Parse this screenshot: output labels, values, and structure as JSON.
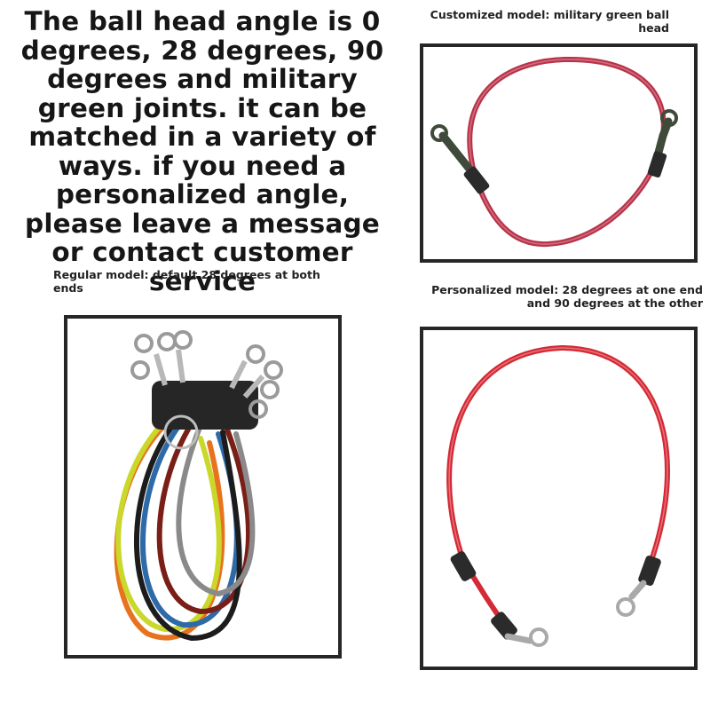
{
  "headline": "The ball head angle is 0 degrees, 28 degrees, 90 degrees and military green joints. it can be matched in a variety of ways. if you need a personalized angle, please leave a message or contact customer service",
  "customized": {
    "caption": "Customized model: military green ball head",
    "hose_color": "#b8344a",
    "fitting_color": "#3f4a3a"
  },
  "regular": {
    "caption": "Regular model: default 28 degrees at both ends",
    "hose_colors": [
      "#e8731f",
      "#c9d82b",
      "#2f6aa8",
      "#7a1f18",
      "#1c1c1c",
      "#8a8a8a"
    ]
  },
  "personalized": {
    "caption": "Personalized model: 28 degrees at one end and 90 degrees at the other",
    "hose_color": "#d42a35"
  }
}
